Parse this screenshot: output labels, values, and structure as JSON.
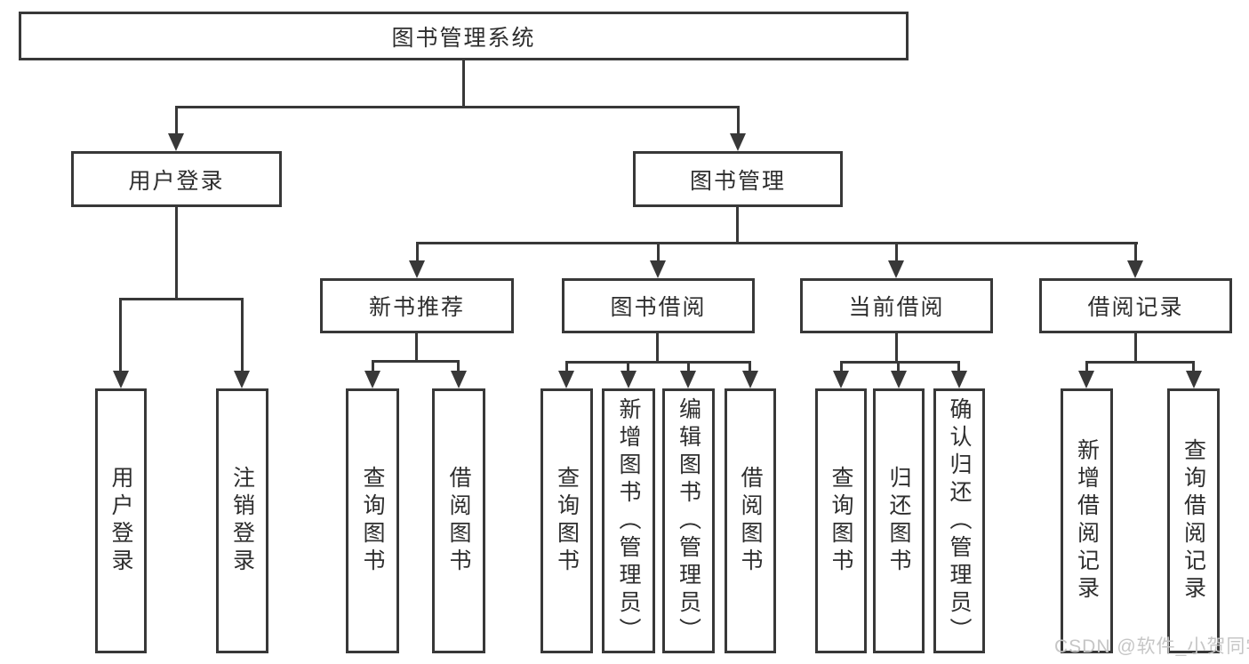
{
  "tree": {
    "label": "图书管理系统",
    "children": [
      {
        "label": "用户登录",
        "children": [
          {
            "label": "用户登录"
          },
          {
            "label": "注销登录"
          }
        ]
      },
      {
        "label": "图书管理",
        "children": [
          {
            "label": "新书推荐",
            "children": [
              {
                "label": "查询图书"
              },
              {
                "label": "借阅图书"
              }
            ]
          },
          {
            "label": "图书借阅",
            "children": [
              {
                "label": "查询图书"
              },
              {
                "label": "新增图书（管理员）"
              },
              {
                "label": "编辑图书（管理员）"
              },
              {
                "label": "借阅图书"
              }
            ]
          },
          {
            "label": "当前借阅",
            "children": [
              {
                "label": "查询图书"
              },
              {
                "label": "归还图书"
              },
              {
                "label": "确认归还（管理员）"
              }
            ]
          },
          {
            "label": "借阅记录",
            "children": [
              {
                "label": "新增借阅记录"
              },
              {
                "label": "查询借阅记录"
              }
            ]
          }
        ]
      }
    ]
  },
  "watermark": {
    "text": "CSDN @软件_小贺同学",
    "color": "#c6c6c6"
  },
  "colors": {
    "line": "#383838",
    "box_border": "#383838",
    "text": "#2e2e2e",
    "background": "#ffffff"
  }
}
